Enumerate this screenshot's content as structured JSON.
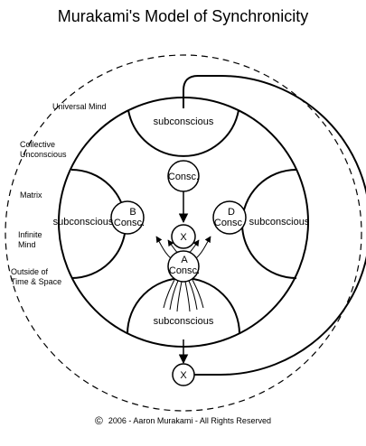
{
  "title": "Murakami's Model of Synchronicity",
  "side_labels": {
    "universal_mind": "Universal Mind",
    "collective_1": "Collective",
    "collective_2": "Unconscious",
    "matrix": "Matrix",
    "infinite_1": "Infinite",
    "infinite_2": "Mind",
    "outside_1": "Outside of",
    "outside_2": "Time & Space"
  },
  "lobes": {
    "top": "subconscious",
    "left": "subconscious",
    "right": "subconscious",
    "bottom": "subconscious"
  },
  "nodes": {
    "top_consc": "Consc.",
    "b_letter": "B",
    "b_consc": "Consc.",
    "d_letter": "D",
    "d_consc": "Consc.",
    "a_letter": "A",
    "a_consc": "Consc.",
    "x_upper": "X",
    "x_lower": "X"
  },
  "copyright": {
    "symbol": "©",
    "text": "2006 - Aaron Murakami - All Rights Reserved"
  }
}
